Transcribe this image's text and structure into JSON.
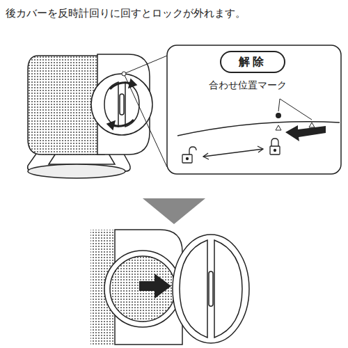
{
  "diagram": {
    "title": "後カバーを反時計回りに回すとロックが外れます。",
    "nodes": [
      {
        "text": [
          "解除"
        ]
      }
    ],
    "labels": [
      "合わせ位置マーク"
    ]
  }
}
